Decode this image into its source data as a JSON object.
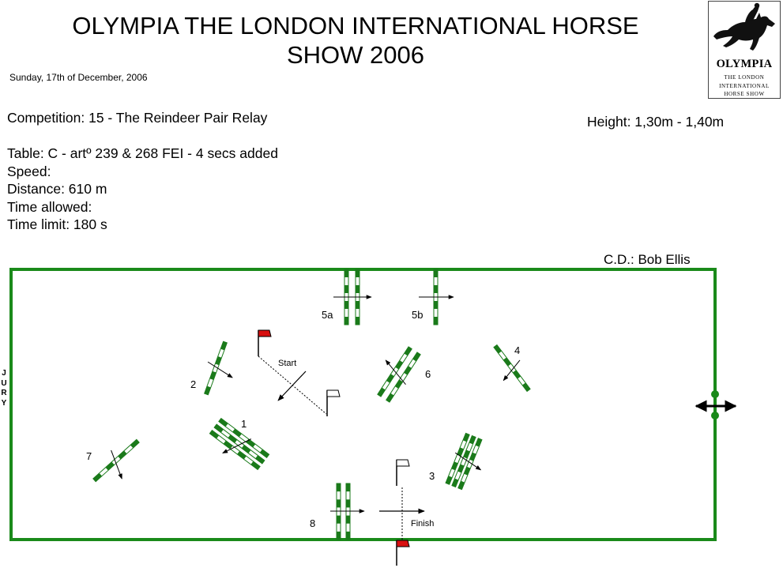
{
  "header": {
    "title_line1": "OLYMPIA THE LONDON INTERNATIONAL HORSE",
    "title_line2": "SHOW 2006",
    "date": "Sunday, 17th of December, 2006"
  },
  "logo": {
    "name": "OLYMPIA",
    "line1": "THE LONDON",
    "line2": "INTERNATIONAL",
    "line3": "HORSE SHOW"
  },
  "info": {
    "competition": "Competition: 15 - The Reindeer Pair Relay",
    "height": "Height: 1,30m - 1,40m",
    "table": "Table: C - artº 239 & 268 FEI - 4 secs added",
    "speed": "Speed:",
    "distance": "Distance: 610 m",
    "time_allowed": "Time allowed:",
    "time_limit": "Time limit: 180 s"
  },
  "course_designer": "C.D.: Bob Ellis",
  "jury_letters": [
    "J",
    "U",
    "R",
    "Y"
  ],
  "labels": {
    "start": "Start",
    "finish": "Finish",
    "f1": "1",
    "f2": "2",
    "f3": "3",
    "f4": "4",
    "f5a": "5a",
    "f5b": "5b",
    "f6": "6",
    "f7": "7",
    "f8": "8"
  },
  "colors": {
    "arena": "#1a8a1a",
    "pole": "#1a7a1a",
    "flag_red": "#d81010"
  }
}
